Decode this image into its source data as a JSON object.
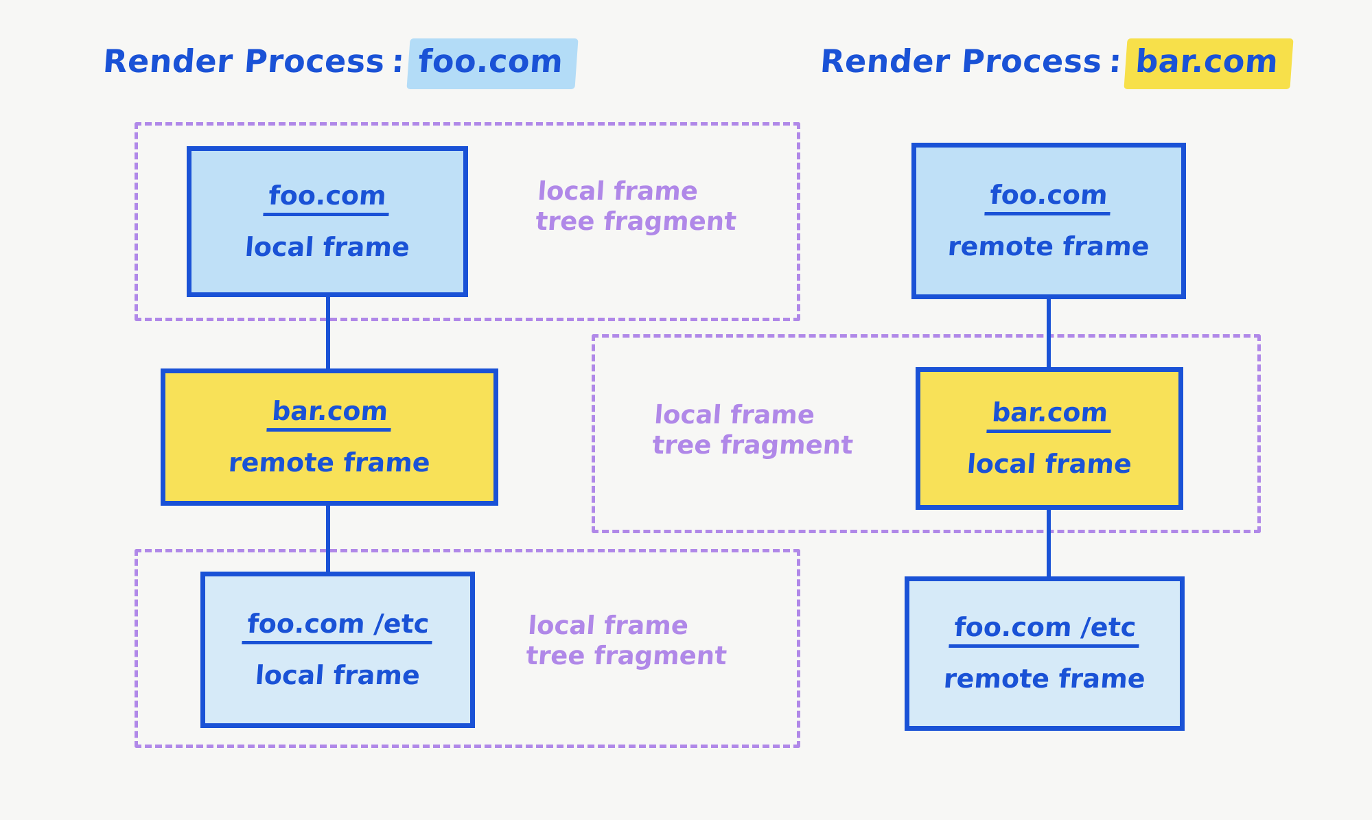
{
  "page": {
    "background_color": "#f7f7f5",
    "ink_color": "#1a52d6",
    "accent_purple": "#b088e8",
    "accent_yellow": "#f8e158",
    "accent_blue_fill": "#bfe0f7",
    "accent_blue_pale_fill": "#d6eaf8"
  },
  "titles": {
    "left": {
      "label": "Render Process",
      "separator": ":",
      "domain": "foo.com",
      "highlight_color": "#b3dcf7"
    },
    "right": {
      "label": "Render Process",
      "separator": ":",
      "domain": "bar.com",
      "highlight_color": "#f7e04a"
    }
  },
  "columns": [
    {
      "process": "foo.com",
      "boxes": [
        {
          "origin": "foo.com",
          "kind": "local frame",
          "fill": "#bfe0f7"
        },
        {
          "origin": "bar.com",
          "kind": "remote frame",
          "fill": "#f8e158"
        },
        {
          "origin": "foo.com /etc",
          "kind": "local frame",
          "fill": "#d6eaf8"
        }
      ]
    },
    {
      "process": "bar.com",
      "boxes": [
        {
          "origin": "foo.com",
          "kind": "remote frame",
          "fill": "#bfe0f7"
        },
        {
          "origin": "bar.com",
          "kind": "local frame",
          "fill": "#f8e158"
        },
        {
          "origin": "foo.com /etc",
          "kind": "remote frame",
          "fill": "#d6eaf8"
        }
      ]
    }
  ],
  "fragment_labels": {
    "left_top": "local frame\ntree fragment",
    "middle": "local frame\ntree fragment",
    "left_bottom": "local frame\ntree fragment"
  }
}
